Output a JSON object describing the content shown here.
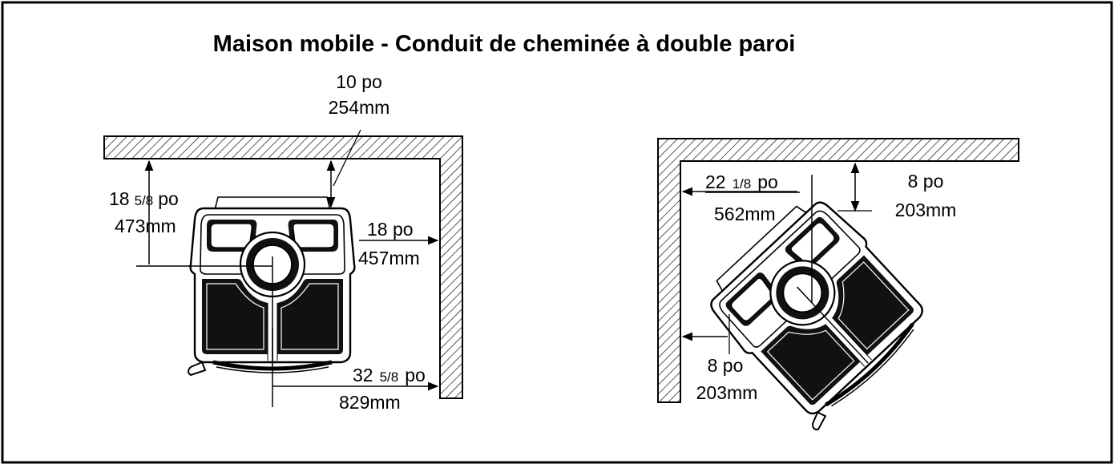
{
  "title": "Maison mobile - Conduit de cheminée à double paroi",
  "left": {
    "top": {
      "whole": "10 po",
      "metric": "254mm"
    },
    "side": {
      "whole": "18",
      "frac": "5/8",
      "unit": "po",
      "metric": "473mm"
    },
    "right": {
      "whole": "18 po",
      "metric": "457mm"
    },
    "bottom": {
      "whole": "32",
      "frac": "5/8",
      "unit": "po",
      "metric": "829mm"
    }
  },
  "right": {
    "flue": {
      "whole": "22",
      "frac": "1/8",
      "unit": "po",
      "metric": "562mm"
    },
    "top": {
      "whole": "8 po",
      "metric": "203mm"
    },
    "bottom": {
      "whole": "8 po",
      "metric": "203mm"
    }
  }
}
